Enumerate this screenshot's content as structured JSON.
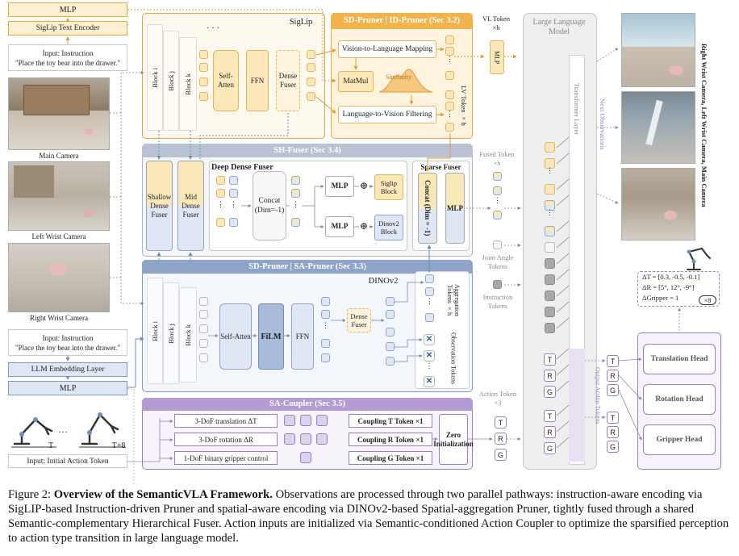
{
  "left_panel": {
    "mlp_top": "MLP",
    "siglip_text_encoder": "SigLip Text Encoder",
    "instruction_top_title": "Input: Instruction",
    "instruction_top_text": "\"Place the toy bear into the drawer.\"",
    "main_camera": "Main Camera",
    "left_wrist_camera": "Left Wrist Camera",
    "right_wrist_camera": "Right Wrist Camera",
    "instruction_bottom_title": "Input: Instruction",
    "instruction_bottom_text": "\"Place the toy bear into the drawer.\"",
    "llm_embedding_layer": "LLM Embedding Layer",
    "mlp_bottom": "MLP",
    "t_label": "T",
    "t8_label": "T+8",
    "ellipsis": "···",
    "initial_action_token": "Input: Initial Action Token"
  },
  "siglip": {
    "title": "SigLip",
    "block_i": "Block i",
    "block_j": "Block j",
    "block_k": "Block k",
    "self_atten": "Self-Atten",
    "ffn": "FFN",
    "dense_fuser": "Dense Fuser"
  },
  "sd_pruner": {
    "title": "SD-Pruner | ID-Pruner (Sec 3.2)",
    "v2l": "Vision-to-Language Mapping",
    "matmul": "MatMul",
    "similarity": "Similarity",
    "l2v": "Language-to-Vision Filtering",
    "lv_token": "LV Token ×h"
  },
  "sh_fuser": {
    "title": "SH-Fuser (Sec 3.4)",
    "shallow": "Shallow Dense Fuser",
    "mid": "Mid Dense Fuser",
    "deep_title": "Deep Dense Fuser",
    "concat": "Concat (Dim=-1)",
    "mlp1": "MLP",
    "mlp2": "MLP",
    "siglip_block": "Siglip Block",
    "dinov2_block": "Dinov2 Block",
    "sparse_title": "Sparse Fuser",
    "sparse_concat": "Concat (Dim = -1)",
    "sparse_mlp": "MLP"
  },
  "sa_pruner": {
    "title": "SD-Pruner | SA-Pruner (Sec 3.3)",
    "dinov2": "DINOv2",
    "block_i": "Block i",
    "block_j": "Block j",
    "block_k": "Block k",
    "self_atten": "Self-Atten",
    "film": "FiLM",
    "ffn": "FFN",
    "dense_fuser": "Dense Fuser",
    "aggregation_tokens": "Aggregation Tokens ×h",
    "observation_tokens": "Observation Tokens"
  },
  "sa_coupler": {
    "title": "SA-Coupler (Sec 3.5)",
    "dof_translation": "3-DoF translation ΔT",
    "dof_rotation": "3-DoF rotation ΔR",
    "dof_gripper": "1-DoF binary gripper control",
    "coupling_t": "Coupling T Token ×1",
    "coupling_r": "Coupling R Token ×1",
    "coupling_g": "Coupling G Token ×1",
    "zero_init": "Zero Initialization"
  },
  "tokens": {
    "vl_token": "VL Token ×h",
    "mlp": "MLP",
    "fused_token": "Fused Token ×h",
    "joint_angle": "Joint Angle Tokens",
    "instruction_tokens": "Instruction Tokens",
    "action_token": "Action Token ×3",
    "t": "T",
    "r": "R",
    "g": "G"
  },
  "llm": {
    "title": "Large Language Model",
    "transformer_layer": "Transformer Layer",
    "next_observations": "Next Observations",
    "output_action_tokens": "Output Action Tokens"
  },
  "right_panel": {
    "camera_label": "Right Wrist Camera, Left Wrist Camera, Main Camera",
    "delta_t": "ΔT = [0.3, -0.5, -0.1]",
    "delta_r": "ΔR = [5°, 12°, -9°]",
    "delta_g": "ΔGripper = 1",
    "x8": "×8",
    "translation_head": "Translation Head",
    "rotation_head": "Rotation Head",
    "gripper_head": "Gripper Head"
  },
  "caption": {
    "label": "Figure 2:",
    "title": "Overview of the SemanticVLA Framework.",
    "body": "Observations are processed through two parallel pathways: instruction-aware encoding via SigLIP-based Instruction-driven Pruner and spatial-aware encoding via DINOv2-based Spatial-aggregation Pruner, tightly fused through a shared Semantic-complementary Hierarchical Fuser. Action inputs are initialized via Semantic-conditioned Action Coupler to optimize the sparsified perception to action type transition in large language model."
  },
  "colors": {
    "orange": "#e9a43a",
    "blue": "#7f98c4",
    "purple": "#9a7fbf",
    "grey": "#9c9c9c"
  }
}
